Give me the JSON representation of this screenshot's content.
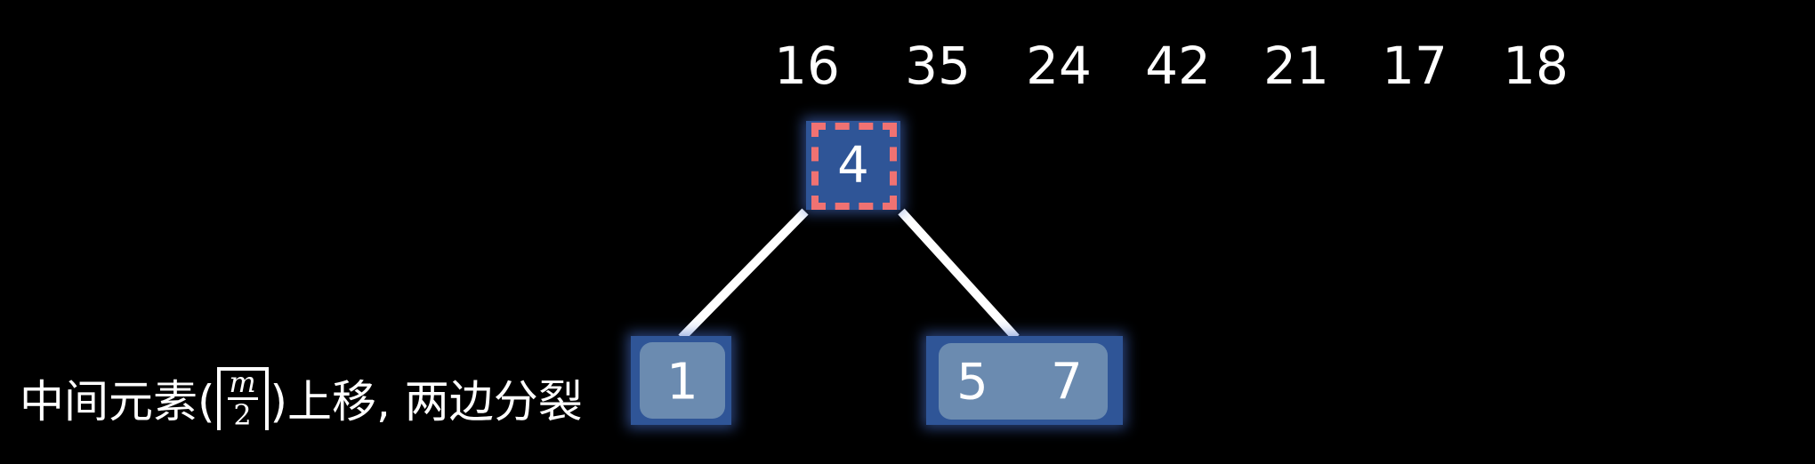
{
  "sequence": [
    "16",
    "35",
    "24",
    "42",
    "21",
    "17",
    "18"
  ],
  "tree": {
    "root": {
      "keys": [
        "4"
      ],
      "highlighted": true
    },
    "left": {
      "keys": [
        "1"
      ]
    },
    "right": {
      "keys": [
        "5",
        "7"
      ]
    }
  },
  "caption": {
    "prefix": "中间元素(",
    "numerator": "m",
    "denominator": "2",
    "suffix": ")上移, 两边分裂"
  },
  "colors": {
    "node": "#2f5597",
    "inner": "#6b8bb0",
    "highlight": "#f07272",
    "edge": "#ffffff"
  }
}
